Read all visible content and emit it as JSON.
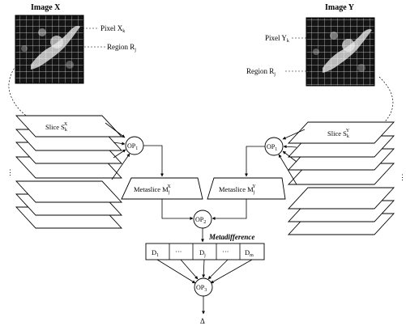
{
  "image_x": {
    "title": "Image X",
    "pixel_label": "Pixel X",
    "pixel_sub": "k",
    "region_label": "Region R",
    "region_sub": "j"
  },
  "image_y": {
    "title": "Image Y",
    "pixel_label": "Pixel Y",
    "pixel_sub": "k",
    "region_label": "Region R",
    "region_sub": "j"
  },
  "slices_x": {
    "label": "Slice S",
    "sub": "k",
    "sup": "X"
  },
  "slices_y": {
    "label": "Slice S",
    "sub": "k",
    "sup": "Y"
  },
  "op1_left": {
    "label": "OP",
    "sub": "1"
  },
  "op1_right": {
    "label": "OP",
    "sub": "1"
  },
  "metaslice_x": {
    "label": "Metaslice M",
    "sub": "j",
    "sup": "X"
  },
  "metaslice_y": {
    "label": "Metaslice M",
    "sub": "j",
    "sup": "Y"
  },
  "op2": {
    "label": "OP",
    "sub": "2"
  },
  "metadifference": {
    "label": "Metadifference"
  },
  "diff_cells": [
    {
      "label": "D",
      "sub": "1"
    },
    {
      "label": "···",
      "sub": ""
    },
    {
      "label": "D",
      "sub": "j"
    },
    {
      "label": "···",
      "sub": ""
    },
    {
      "label": "D",
      "sub": "m"
    }
  ],
  "op3": {
    "label": "OP",
    "sub": "3"
  },
  "output": {
    "label": "Δ"
  }
}
